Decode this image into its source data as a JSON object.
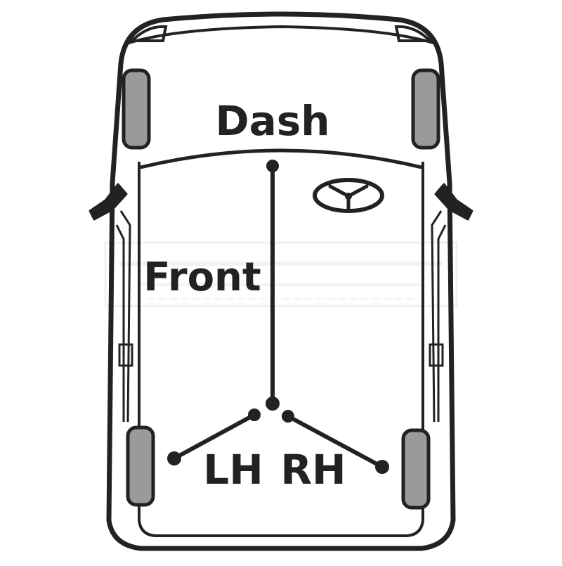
{
  "labels": {
    "dash": "Dash",
    "front": "Front",
    "lh": "LH",
    "rh": "RH"
  },
  "colors": {
    "outline": "#222222",
    "tyre": "#9a9a9a",
    "background": "#ffffff",
    "watermark": "#e4e4e4"
  },
  "icons": {
    "steering": "steering-wheel-icon"
  }
}
